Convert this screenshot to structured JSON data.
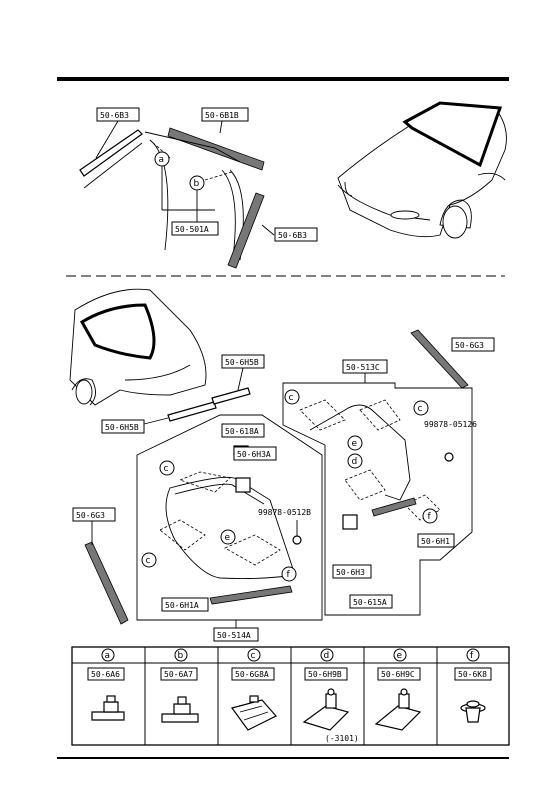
{
  "callouts": {
    "top_left_strip": "50-6B3",
    "top_roof_strip": "50-6B1B",
    "windshield_set": "50-501A",
    "top_right_strip": "50-6B3",
    "rear_strip_left": "50-6H5B",
    "rear_strip_right": "50-6H5B",
    "rear_window_set": "50-514A",
    "clip_618a": "50-618A",
    "clip_6h3a": "50-6H3A",
    "bolt_left": "99878-0512B",
    "seal_6h1a": "50-6H1A",
    "side_seal_left": "50-6G3",
    "side_seal_right": "50-6G3",
    "quarter_set": "50-513C",
    "bolt_right": "99878-05126",
    "seal_6h1": "50-6H1",
    "clip_6h3": "50-6H3",
    "quarter_615a": "50-615A"
  },
  "markers": {
    "a": "a",
    "b": "b",
    "c1": "c",
    "c2": "c",
    "c3": "c",
    "c4": "c",
    "d": "d",
    "e1": "e",
    "e2": "e",
    "f1": "f",
    "f2": "f"
  },
  "table": {
    "headers": [
      "a",
      "b",
      "c",
      "d",
      "e",
      "f"
    ],
    "parts": [
      "50-6A6",
      "50-6A7",
      "50-6G8A",
      "50-6H9B",
      "50-6H9C",
      "50-6K8"
    ],
    "footnote": "(-3101)"
  }
}
